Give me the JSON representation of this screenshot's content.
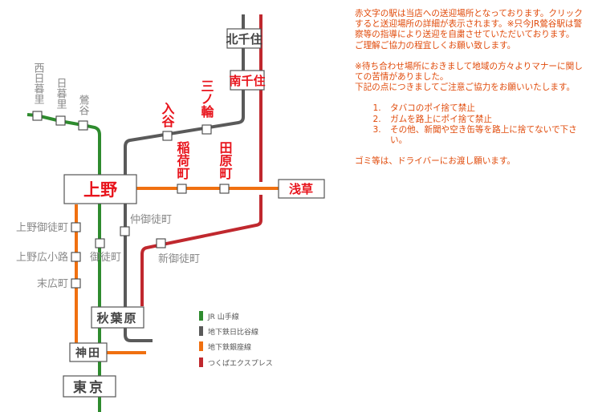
{
  "notice": {
    "intro_lines": [
      "赤文字の駅は当店への送迎場所となっております。クリックすると送迎場所の詳細が表示されます。※只今JR鶯谷駅は警察等の指導により送迎を自粛させていただいております。",
      "ご理解ご協力の程宜しくお願い致します。"
    ],
    "complaint": "※待ち合わせ場所におきまして地域の方々よりマナーに関しての苦情がありました。",
    "request": "下記の点につきましてご注意ご協力をお願いいたします。",
    "rules": [
      "タバコのポイ捨て禁止",
      "ガムを路上にポイ捨て禁止",
      "その他、新聞や空き缶等を路上に捨てないで下さい。"
    ],
    "footer": "ゴミ等は、ドライバーにお渡し願います。"
  },
  "colors": {
    "jr_yamanote": "#2e8b2e",
    "hibiya": "#5a5a5a",
    "ginza": "#f07010",
    "tsukuba": "#c0282e",
    "pickup_red": "#e8141c",
    "notice_text": "#e04a0a"
  },
  "stations": {
    "kitasenju": "北千住",
    "minamisenju": "南千住",
    "minowa": "三ノ輪",
    "iriya": "入谷",
    "inaricho": "稲荷町",
    "tawaramachi": "田原町",
    "asakusa": "浅草",
    "ueno": "上野",
    "nishinippori": "西日暮里",
    "nippori": "日暮里",
    "uguisudani": "鶯谷",
    "ueno_okachimachi": "上野御徒町",
    "ueno_hirokoji": "上野広小路",
    "suehirocho": "末広町",
    "okachimachi": "御徒町",
    "naka_okachimachi": "仲御徒町",
    "shin_okachimachi": "新御徒町",
    "akihabara": "秋葉原",
    "kanda": "神田",
    "tokyo": "東京"
  },
  "legend": [
    {
      "label": "JR 山手線",
      "color": "#2e8b2e"
    },
    {
      "label": "地下鉄日比谷線",
      "color": "#5a5a5a"
    },
    {
      "label": "地下鉄銀座線",
      "color": "#f07010"
    },
    {
      "label": "つくばエクスプレス",
      "color": "#c0282e"
    }
  ]
}
